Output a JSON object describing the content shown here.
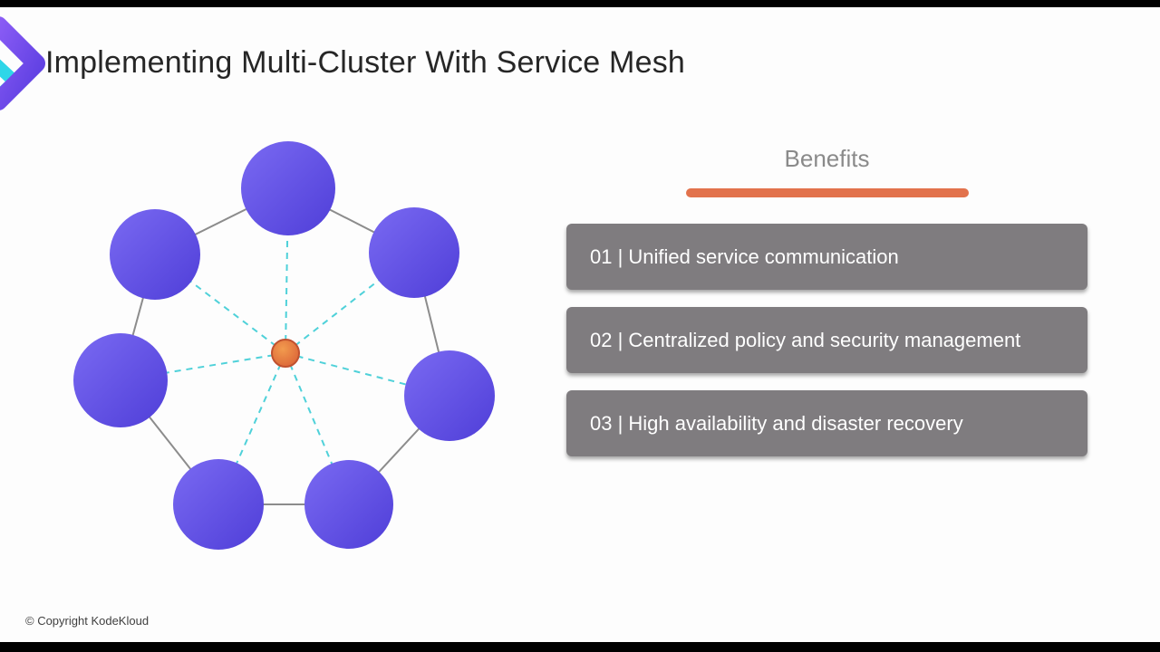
{
  "slide": {
    "title": "Implementing Multi-Cluster With Service Mesh",
    "footer": "© Copyright KodeKloud"
  },
  "benefits": {
    "heading": "Benefits",
    "items": [
      "01 | Unified service communication",
      "02 | Centralized policy and security management",
      "03 | High availability and disaster recovery"
    ]
  },
  "colors": {
    "accent_orange": "#e2724c",
    "cluster_node_purple": "#5847d8",
    "hub_node_orange": "#e8813f",
    "mesh_link_teal": "#4fd1d9",
    "ring_link_gray": "#8c8c8c",
    "benefit_bar_gray": "#7f7c7f"
  }
}
